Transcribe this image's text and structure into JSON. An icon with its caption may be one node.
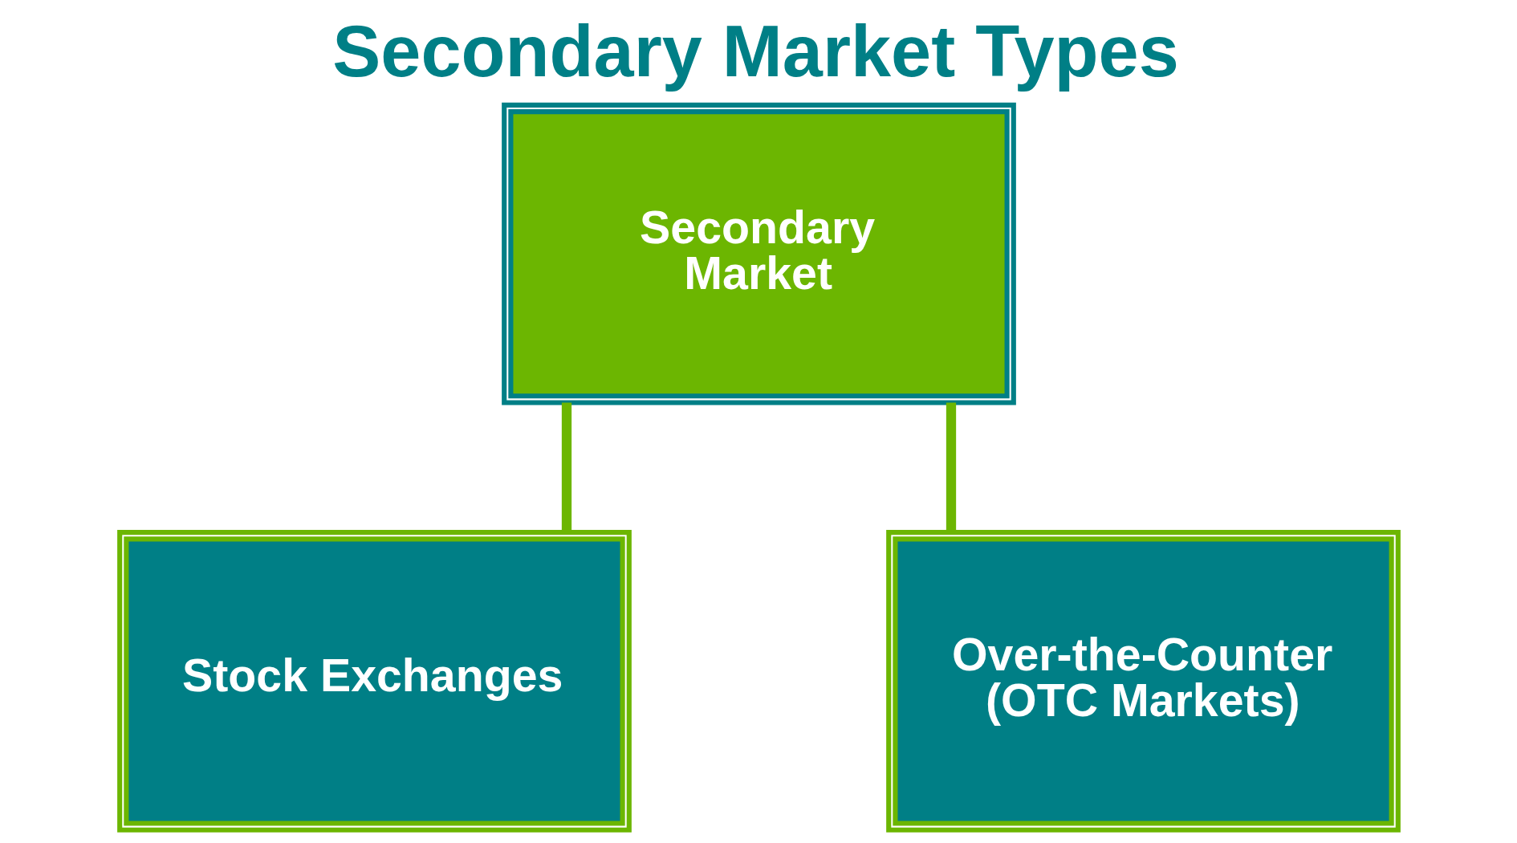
{
  "diagram": {
    "title": "Secondary Market Types",
    "nodes": [
      {
        "text": [
          "Secondary Market"
        ]
      },
      {
        "text": [
          "Stock Exchanges"
        ]
      },
      {
        "text": [
          "Over-the-Counter (OTC Markets)"
        ]
      }
    ],
    "edges": [
      {
        "from": 0,
        "to": 1,
        "arrow": "none"
      },
      {
        "from": 0,
        "to": 2,
        "arrow": "none"
      }
    ]
  }
}
